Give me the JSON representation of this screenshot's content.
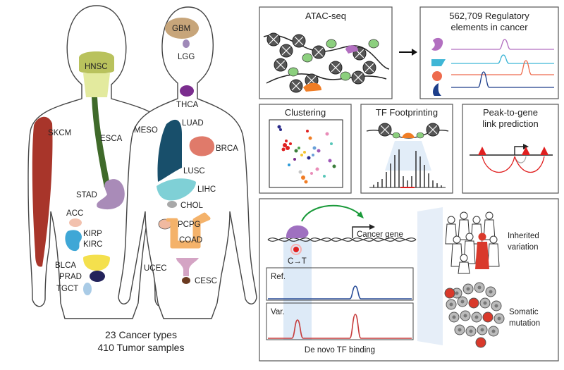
{
  "bodies": {
    "summary_line1": "23 Cancer types",
    "summary_line2": "410 Tumor samples",
    "cancer_labels": {
      "hnsc": "HNSC",
      "skcm": "SKCM",
      "esca": "ESCA",
      "stad": "STAD",
      "acc": "ACC",
      "kirp": "KIRP",
      "kirc": "KIRC",
      "blca": "BLCA",
      "prad": "PRAD",
      "tgct": "TGCT",
      "gbm": "GBM",
      "lgg": "LGG",
      "thca": "THCA",
      "meso": "MESO",
      "luad": "LUAD",
      "brca": "BRCA",
      "lusc": "LUSC",
      "lihc": "LIHC",
      "chol": "CHOL",
      "pcpg": "PCPG",
      "coad": "COAD",
      "ucec": "UCEC",
      "cesc": "CESC"
    },
    "organ_colors": {
      "hnsc": "#b9c25d",
      "skcm": "#a8352a",
      "esca": "#3f6a2a",
      "stad": "#a98bb8",
      "acc": "#f2c1ae",
      "kirc": "#3fa7d6",
      "blca": "#f4e04d",
      "prad": "#23235b",
      "tgct": "#a9cbe6",
      "gbm": "#c7a57a",
      "lgg": "#9f89b8",
      "thca": "#7b2d8e",
      "luad": "#184f6b",
      "brca": "#e07a6a",
      "lihc": "#7fd0d6",
      "chol": "#a8a8a8",
      "pcpg": "#f0b9a0",
      "coad": "#f4b26a",
      "ucec": "#d4a4c4",
      "cesc": "#6b3a20"
    }
  },
  "panels": {
    "atac": {
      "title": "ATAC-seq"
    },
    "regulatory": {
      "title_line1": "562,709 Regulatory",
      "title_line2": "elements in cancer",
      "track_colors": [
        "#b26fc0",
        "#3fb6d6",
        "#ee6b4d",
        "#1d3e8a"
      ]
    },
    "clustering": {
      "title": "Clustering"
    },
    "footprinting": {
      "title": "TF Footprinting"
    },
    "peak2gene": {
      "title_line1": "Peak-to-gene",
      "title_line2": "link prediction"
    },
    "mutation": {
      "cancer_gene_label": "Cancer gene",
      "snv_label": "C→T",
      "ref_label": "Ref.",
      "var_label": "Var.",
      "denovo_label": "De novo TF binding",
      "inherited_line1": "Inherited",
      "inherited_line2": "variation",
      "somatic_line1": "Somatic",
      "somatic_line2": "mutation",
      "ref_color": "#2b4f9a",
      "var_color": "#c63b3b"
    }
  }
}
